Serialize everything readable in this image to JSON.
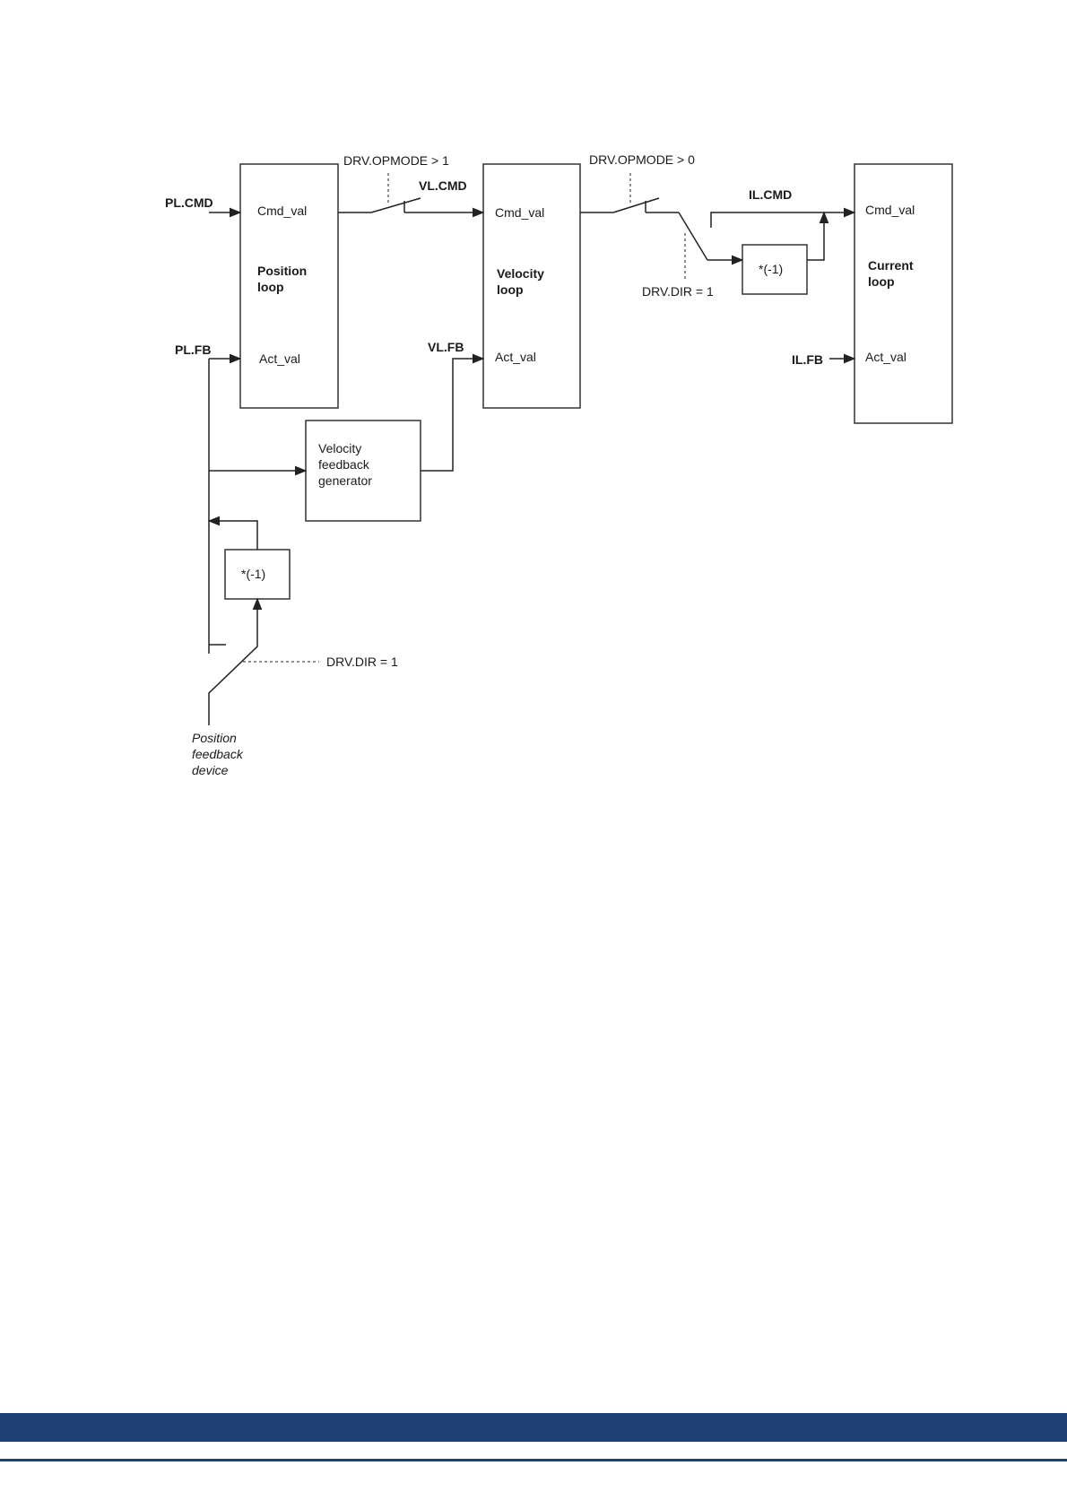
{
  "colors": {
    "footer_band": "#1e3f73",
    "footer_line": "#1e3f73"
  },
  "diagram": {
    "position_loop": {
      "title_line1": "Position",
      "title_line2": "loop",
      "cmd_port": "Cmd_val",
      "act_port": "Act_val"
    },
    "velocity_loop": {
      "title_line1": "Velocity",
      "title_line2": "loop",
      "cmd_port": "Cmd_val",
      "act_port": "Act_val"
    },
    "current_loop": {
      "title_line1": "Current",
      "title_line2": "loop",
      "cmd_port": "Cmd_val",
      "act_port": "Act_val"
    },
    "velocity_feedback_generator": {
      "line1": "Velocity",
      "line2": "feedback",
      "line3": "generator"
    },
    "inverter_top": "*(-1)",
    "inverter_bottom": "*(-1)",
    "signals": {
      "pl_cmd": "PL.CMD",
      "pl_fb": "PL.FB",
      "vl_cmd": "VL.CMD",
      "vl_fb": "VL.FB",
      "il_cmd": "IL.CMD",
      "il_fb": "IL.FB"
    },
    "conditions": {
      "opmode_gt_1": "DRV.OPMODE > 1",
      "opmode_gt_0": "DRV.OPMODE > 0",
      "dir_top": "DRV.DIR = 1",
      "dir_bottom": "DRV.DIR = 1"
    },
    "position_feedback_device": {
      "line1": "Position",
      "line2": "feedback",
      "line3": "device"
    }
  }
}
